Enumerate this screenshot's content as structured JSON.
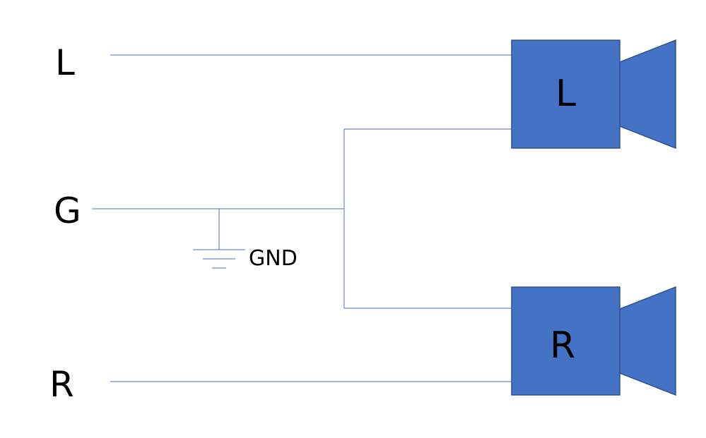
{
  "terminals": {
    "left": "L",
    "ground": "G",
    "right": "R"
  },
  "ground_symbol": {
    "label": "GND"
  },
  "speakers": {
    "left": {
      "label": "L"
    },
    "right": {
      "label": "R"
    }
  },
  "colors": {
    "wire": "#4472c4",
    "speaker_fill": "#4472c4",
    "speaker_outline": "#2f528f",
    "text": "#000000"
  }
}
